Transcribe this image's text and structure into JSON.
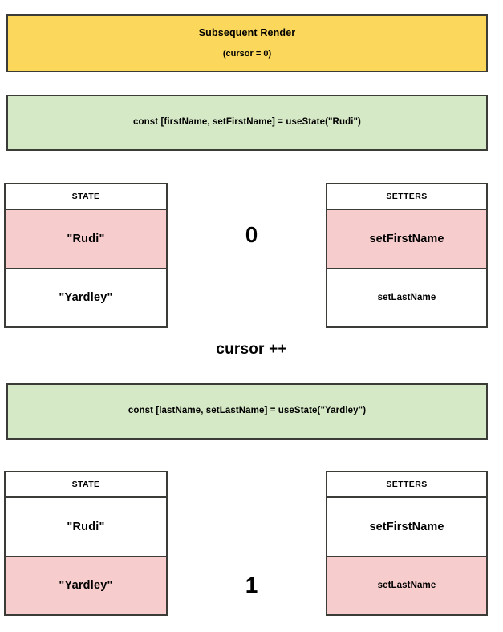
{
  "diagram": {
    "banner": {
      "title": "Subsequent Render",
      "subtitle": "(cursor = 0)"
    },
    "steps": [
      {
        "code": "const [firstName, setFirstName] = useState(\"Rudi\")",
        "cursor_value": "0",
        "state_table": {
          "header": "STATE",
          "cells": [
            {
              "label": "\"Rudi\"",
              "highlighted": true
            },
            {
              "label": "\"Yardley\"",
              "highlighted": false
            }
          ]
        },
        "setters_table": {
          "header": "SETTERS",
          "cells": [
            {
              "label": "setFirstName",
              "highlighted": true
            },
            {
              "label": "setLastName",
              "highlighted": false
            }
          ]
        }
      },
      {
        "code": "const [lastName, setLastName] = useState(\"Yardley\")",
        "cursor_value": "1",
        "state_table": {
          "header": "STATE",
          "cells": [
            {
              "label": "\"Rudi\"",
              "highlighted": false
            },
            {
              "label": "\"Yardley\"",
              "highlighted": true
            }
          ]
        },
        "setters_table": {
          "header": "SETTERS",
          "cells": [
            {
              "label": "setFirstName",
              "highlighted": false
            },
            {
              "label": "setLastName",
              "highlighted": true
            }
          ]
        }
      }
    ],
    "cursor_increment_label": "cursor ++",
    "colors": {
      "banner_fill": "#fbd75b",
      "code_fill": "#d6e9c6",
      "highlight_fill": "#f7cccc",
      "border": "#3b3b38",
      "cell_fill": "#ffffff"
    }
  }
}
